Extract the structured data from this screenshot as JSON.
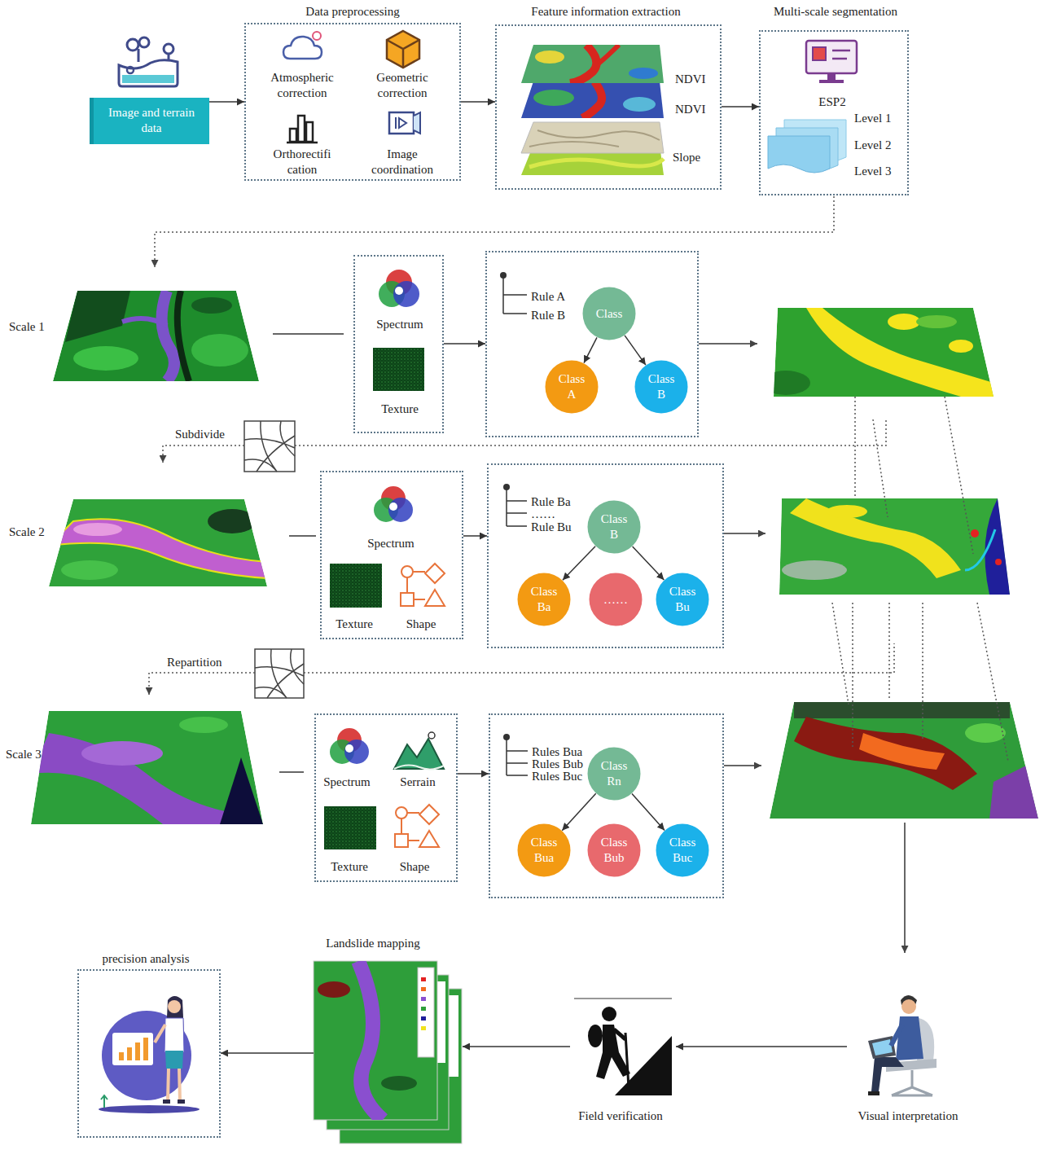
{
  "diagram": {
    "nodes": [
      {
        "text": [
          "Image and terrain data"
        ]
      },
      {
        "text": [
          "Data preprocessing",
          "Atmospheric correction",
          "Geometric correction",
          "Orthorectifi cation",
          "Image coordination"
        ]
      },
      {
        "text": [
          "Feature information extraction",
          "NDVI",
          "NDVI",
          "Slope"
        ]
      },
      {
        "text": [
          "Multi-scale segmentation",
          "ESP2",
          "Level 1",
          "Level 2",
          "Level 3"
        ]
      },
      {
        "text": [
          "Spectrum",
          "Texture"
        ]
      },
      {
        "text": [
          "Rule A",
          "Rule B"
        ]
      },
      {
        "text": [
          "Class"
        ],
        "in": 5
      },
      {
        "text": [
          "Class A"
        ],
        "in": 5
      },
      {
        "text": [
          "Class B"
        ],
        "in": 5
      },
      {
        "text": [
          "Spectrum",
          "Texture",
          "Shape"
        ]
      },
      {
        "text": [
          "Rule Ba",
          "……",
          "Rule Bu"
        ]
      },
      {
        "text": [
          "Class B"
        ],
        "in": 10
      },
      {
        "text": [
          "Class Ba"
        ],
        "in": 10
      },
      {
        "text": [
          "……"
        ],
        "in": 10
      },
      {
        "text": [
          "Class Bu"
        ],
        "in": 10
      },
      {
        "text": [
          "Spectrum",
          "Serrain",
          "Texture",
          "Shape"
        ]
      },
      {
        "text": [
          "Rules Bua",
          "Rules Bub",
          "Rules Buc"
        ]
      },
      {
        "text": [
          "Class Rn"
        ],
        "in": 16
      },
      {
        "text": [
          "Class Bua"
        ],
        "in": 16
      },
      {
        "text": [
          "Class Bub"
        ],
        "in": 16
      },
      {
        "text": [
          "Class Buc"
        ],
        "in": 16
      },
      {
        "text": [
          "precision analysis"
        ]
      },
      {
        "text": [
          "Landslide mapping"
        ]
      },
      {
        "text": [
          "Field verification"
        ]
      },
      {
        "text": [
          "Visual interpretation"
        ]
      }
    ],
    "edges": [
      {
        "from": 0,
        "to": 1,
        "arrow": "to"
      },
      {
        "from": 1,
        "to": 2,
        "arrow": "to"
      },
      {
        "from": 2,
        "to": 3,
        "arrow": "to"
      },
      {
        "from": 4,
        "to": 5,
        "arrow": "to"
      },
      {
        "from": 6,
        "to": 7,
        "arrow": "to"
      },
      {
        "from": 6,
        "to": 8,
        "arrow": "to"
      },
      {
        "from": 9,
        "to": 10,
        "arrow": "to"
      },
      {
        "from": 11,
        "to": 12,
        "arrow": "to"
      },
      {
        "from": 11,
        "to": 14,
        "arrow": "to"
      },
      {
        "from": 15,
        "to": 16,
        "arrow": "to"
      },
      {
        "from": 17,
        "to": 18,
        "arrow": "to"
      },
      {
        "from": 17,
        "to": 20,
        "arrow": "to"
      },
      {
        "from": 24,
        "to": 23,
        "arrow": "to"
      },
      {
        "from": 23,
        "to": 22,
        "arrow": "to"
      },
      {
        "from": 22,
        "to": 21,
        "arrow": "to"
      }
    ],
    "labels": [
      "Scale 1",
      "Subdivide",
      "Scale 2",
      "Repartition",
      "Scale 3"
    ]
  }
}
